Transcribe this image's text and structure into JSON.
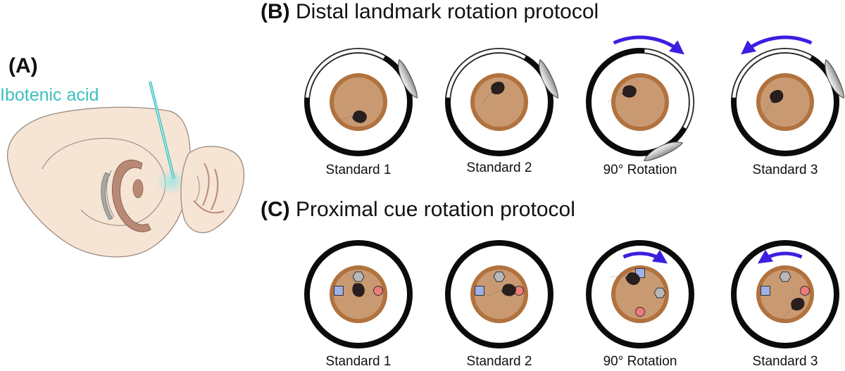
{
  "panel_a": {
    "label": "(A)",
    "drug": "Ibotenic acid"
  },
  "panel_b": {
    "label": "(B)",
    "title": "Distal landmark rotation protocol",
    "arenas": [
      {
        "label": "Standard 1"
      },
      {
        "label": "Standard 2"
      },
      {
        "label": "90° Rotation"
      },
      {
        "label": "Standard 3"
      }
    ]
  },
  "panel_c": {
    "label": "(C)",
    "title": "Proximal cue rotation protocol",
    "arenas": [
      {
        "label": "Standard 1"
      },
      {
        "label": "Standard 2"
      },
      {
        "label": "90° Rotation"
      },
      {
        "label": "Standard 3"
      }
    ]
  },
  "colors": {
    "arena_floor": "#c99a72",
    "arena_rim": "#b1723e",
    "wall": "#0b0b0b",
    "arrow": "#3a1fe0",
    "drug": "#3dbfbf",
    "brain_fill": "#f6e4d4",
    "brain_structure": "#b88a76",
    "cue_square": "#9fb0ea",
    "cue_circle": "#f07a7a",
    "cue_hexagon": "#b8b8b8"
  }
}
